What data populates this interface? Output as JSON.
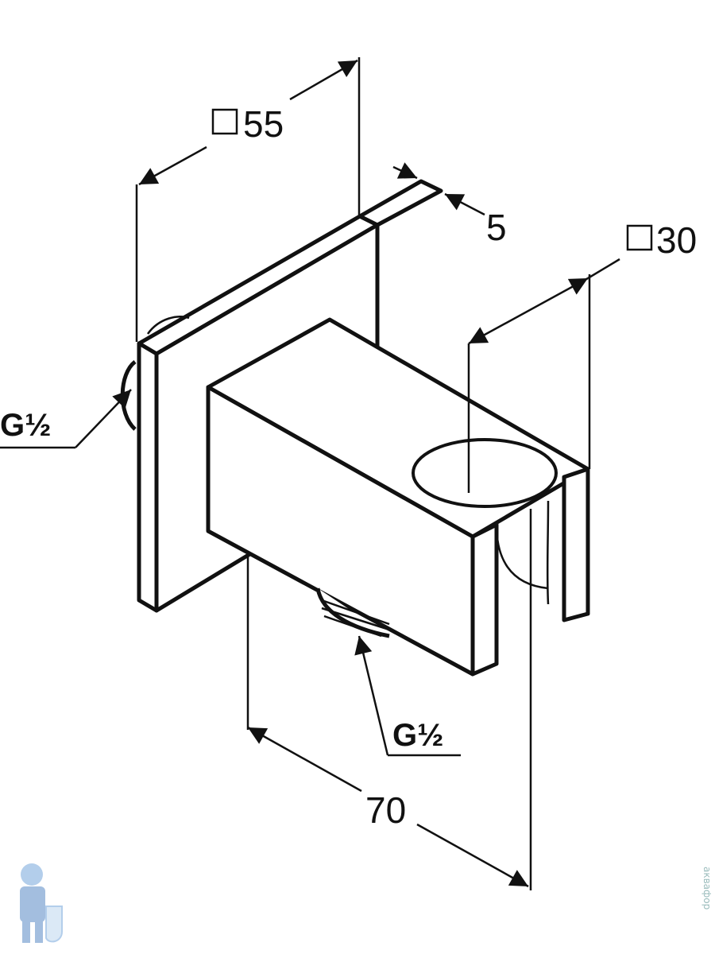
{
  "dimensions": {
    "plate_size": "55",
    "plate_depth": "5",
    "holder_size": "30",
    "projection": "70"
  },
  "threads": {
    "side_inlet": "G½",
    "bottom_outlet": "G½"
  },
  "watermark": {
    "side_text": "аквафор",
    "logo_icon": "plumber-logo-icon"
  }
}
